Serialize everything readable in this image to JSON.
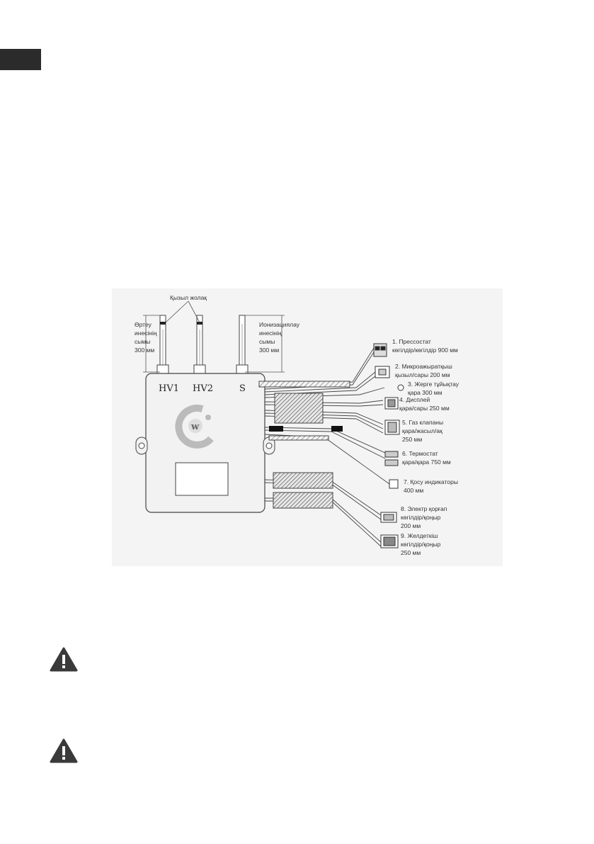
{
  "diagram": {
    "red_stripe_label": "Қызыл жолақ",
    "left_wire": [
      "Өртеу",
      "инесінің",
      "сымы",
      "300 мм"
    ],
    "right_wire": [
      "Ионизациялау",
      "инесінің",
      "сымы",
      "300 мм"
    ],
    "terminals": [
      "HV1",
      "HV2",
      "S"
    ],
    "connectors": [
      {
        "lines": [
          "1. Прессостат",
          "көгілдір/көгілдір 900 мм"
        ]
      },
      {
        "lines": [
          "2. Микроажыратқыш",
          "қызыл/сары 200 мм"
        ]
      },
      {
        "lines": [
          "3. Жерге тұйықтау",
          "қара 300 мм"
        ]
      },
      {
        "lines": [
          "4. Дисплей",
          "қара/сары 250 мм"
        ]
      },
      {
        "lines": [
          "5. Газ клапаны",
          "қара/жасыл/ақ",
          "250 мм"
        ]
      },
      {
        "lines": [
          "6. Термостат",
          "қара/қара 750 мм"
        ]
      },
      {
        "lines": [
          "7. Қосу индикаторы",
          "400 мм"
        ]
      },
      {
        "lines": [
          "8. Электр қорғап",
          "көгілдір/қоңыр",
          "200 мм"
        ]
      },
      {
        "lines": [
          "9. Желдеткіш",
          "көгілдір/қоңыр",
          "250 мм"
        ]
      }
    ]
  },
  "warnings": [
    {
      "icon": "warning-triangle-icon"
    },
    {
      "icon": "warning-triangle-icon"
    }
  ]
}
